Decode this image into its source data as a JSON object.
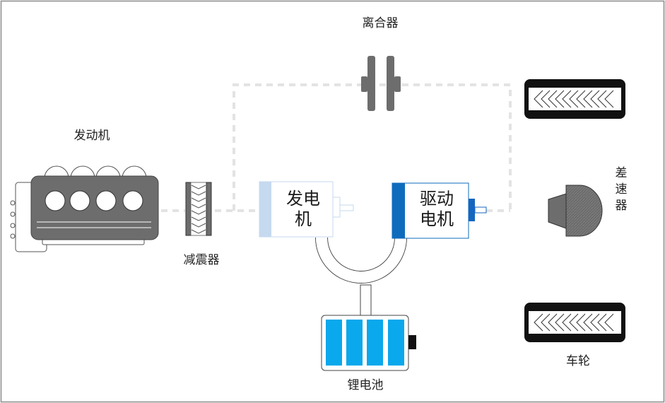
{
  "labels": {
    "clutch": "离合器",
    "engine": "发动机",
    "damper": "减震器",
    "generator_line1": "发电",
    "generator_line2": "机",
    "motor_line1": "驱动",
    "motor_line2": "电机",
    "differential_line1": "差",
    "differential_line2": "速",
    "differential_line3": "器",
    "wheel": "车轮",
    "battery": "锂电池"
  },
  "colors": {
    "border": "#8a8a8a",
    "component_gray": "#6d6d6d",
    "dashed_connector": "#e3e3e3",
    "generator_accent": "#c5d9ef",
    "motor_accent": "#0f6cbd",
    "motor_shaft": "#1565c0",
    "battery_cell": "#0aa8ec",
    "battery_terminal": "#111111"
  }
}
